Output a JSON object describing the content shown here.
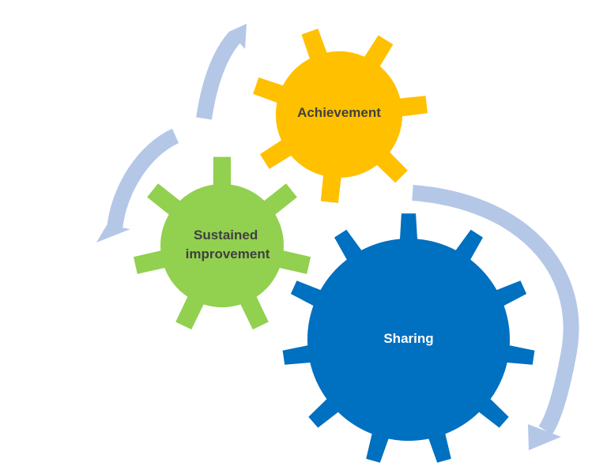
{
  "diagram": {
    "gears": [
      {
        "id": "achievement",
        "lines": [
          "Achievement"
        ],
        "color": "#FFC000",
        "text_color": "#404040",
        "teeth": 7
      },
      {
        "id": "sustained-improvement",
        "lines": [
          "Sustained",
          "improvement"
        ],
        "color": "#92D050",
        "text_color": "#404040",
        "teeth": 7
      },
      {
        "id": "sharing",
        "lines": [
          "Sharing"
        ],
        "color": "#0070C0",
        "text_color": "#FFFFFF",
        "teeth": 11
      }
    ],
    "arrow_color": "#B4C7E7"
  }
}
